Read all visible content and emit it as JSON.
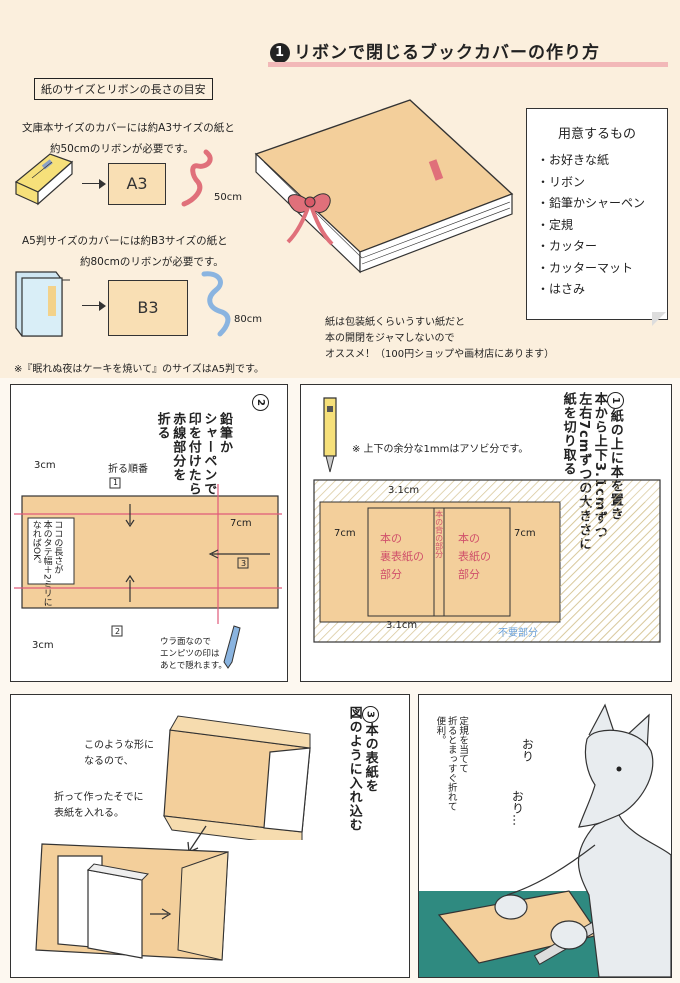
{
  "title": {
    "number": "1",
    "text": "リボンで閉じるブックカバーの作り方"
  },
  "size_heading": "紙のサイズとリボンの長さの目安",
  "bunko_note": [
    "文庫本サイズのカバーには約A3サイズの紙と",
    "約50cmのリボンが必要です。"
  ],
  "a5_note": [
    "A5判サイズのカバーには約B3サイズの紙と",
    "約80cmのリボンが必要です。"
  ],
  "box_a3": "A3",
  "box_b3": "B3",
  "ribbon1_len": "50cm",
  "ribbon2_len": "80cm",
  "footnote": "※『眠れぬ夜はケーキを焼いて』のサイズはA5判です。",
  "paper_note": [
    "紙は包装紙くらいうすい紙だと",
    "本の開閉をジャマしないので",
    "オススメ！（100円ショップや画材店にあります）"
  ],
  "supplies": {
    "heading": "用意するもの",
    "items": [
      "・お好きな紙",
      "・リボン",
      "・鉛筆かシャーペン",
      "・定規",
      "・カッター",
      "・カッターマット",
      "・はさみ"
    ]
  },
  "step1": {
    "number": "1",
    "text": [
      "紙の上に本を置き",
      "本から上下3.1cmずつ",
      "左右7cmずつの大きさに",
      "紙を切り取る"
    ],
    "note": "※ 上下の余分な1mmはアソビ分です。",
    "dim_top": "3.1cm",
    "dim_bottom": "3.1cm",
    "dim_left": "7cm",
    "dim_right": "7cm",
    "back_cover": [
      "本の",
      "裏表紙の",
      "部分"
    ],
    "spine": [
      "本の背の部分"
    ],
    "front_cover": [
      "本の",
      "表紙の",
      "部分"
    ],
    "waste": "不要部分"
  },
  "step2": {
    "number": "2",
    "text": [
      "鉛筆か",
      "シャーペンで",
      "印を付けたら",
      "赤線部分を",
      "折る"
    ],
    "dim_top": "3cm",
    "dim_bottom": "3cm",
    "dim_right": "7cm",
    "fold_order": "折る順番",
    "order1": "1",
    "order2": "2",
    "order3": "3",
    "inner_note": [
      "ココの長さが",
      "本のタテ幅＋2ミリに",
      "なればOK。"
    ],
    "pencil_note": [
      "ウラ面なので",
      "エンピツの印は",
      "あとで隠れます。"
    ]
  },
  "step3": {
    "number": "3",
    "text": [
      "本の表紙を",
      "図のように入れ込む"
    ],
    "note1": [
      "このような形に",
      "なるので、"
    ],
    "note2": [
      "折って作ったそでに",
      "表紙を入れる。"
    ]
  },
  "step4": {
    "sound": [
      "おり",
      "おり…"
    ],
    "tip": [
      "定規を当てて",
      "折るとまっすぐ折れて",
      "便利。"
    ]
  },
  "colors": {
    "paper": "#f3cf9b",
    "fold_line": "#e05a7a",
    "ribbon_red": "#e0707a",
    "ribbon_blue": "#8ab4e0",
    "header_underline": "#f2b8b8",
    "waste_blue": "#6aa0d8",
    "table_green": "#2f8a80"
  }
}
